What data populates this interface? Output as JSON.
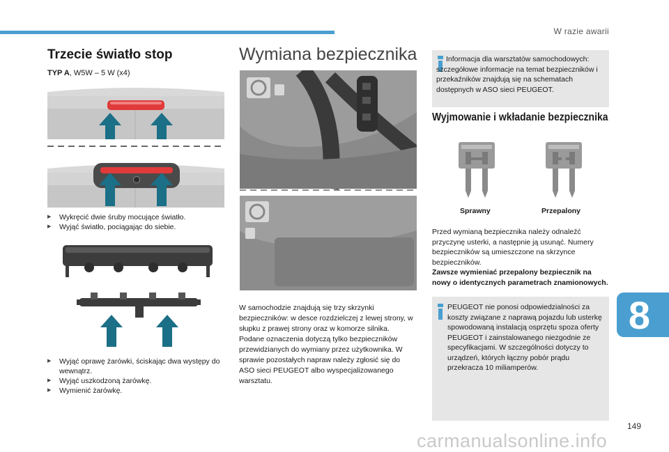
{
  "header": {
    "section": "W razie awarii",
    "chapter": "8",
    "page_number": "149"
  },
  "watermark": "carmanualsonline.info",
  "col1": {
    "title": "Trzecie światło stop",
    "type_bold": "TYP A",
    "type_rest": ", W5W – 5 W (x4)",
    "steps1": [
      "Wykręcić dwie śruby mocujące światło.",
      "Wyjąć światło, pociągając do siebie."
    ],
    "steps2": [
      "Wyjąć oprawę żarówki, ściskając dwa występy do wewnątrz.",
      "Wyjąć uszkodzoną żarówkę.",
      "Wymienić żarówkę."
    ]
  },
  "col2": {
    "title": "Wymiana bezpiecznika",
    "body": "W samochodzie znajdują się trzy skrzynki bezpieczników: w desce rozdzielczej z lewej strony, w słupku z prawej strony oraz w komorze silnika. Podane oznaczenia dotyczą tylko bezpieczników przewidzianych do wymiany przez użytkownika. W sprawie pozostałych napraw należy zgłosić się do ASO sieci PEUGEOT albo wyspecjalizowanego warsztatu."
  },
  "col3": {
    "info1": "Informacja dla warsztatów samochodowych: szczegółowe informacje na temat bezpieczników i przekaźników znajdują się na schematach dostępnych w ASO sieci PEUGEOT.",
    "subtitle": "Wyjmowanie i wkładanie bezpiecznika",
    "fuse_good": "Sprawny",
    "fuse_blown": "Przepalony",
    "body": "Przed wymianą bezpiecznika należy odnaleźć przyczynę usterki, a następnie ją usunąć. Numery bezpieczników są umieszczone na skrzynce bezpieczników.",
    "body_bold": "Zawsze wymieniać przepalony bezpiecznik na nowy o identycznych parametrach znamionowych.",
    "info2": "PEUGEOT nie ponosi odpowiedzialności za koszty związane z naprawą pojazdu lub usterkę spowodowaną instalacją osprzętu spoza oferty PEUGEOT i zainstalowanego niezgodnie ze specyfikacjami. W szczególności dotyczy to urządzeń, których łączny pobór prądu przekracza 10 miliamperów."
  },
  "colors": {
    "accent": "#4a9fd0",
    "arrow": "#1b6f86",
    "lamp_red": "#e03a3a",
    "info_bg": "#e6e6e6"
  }
}
